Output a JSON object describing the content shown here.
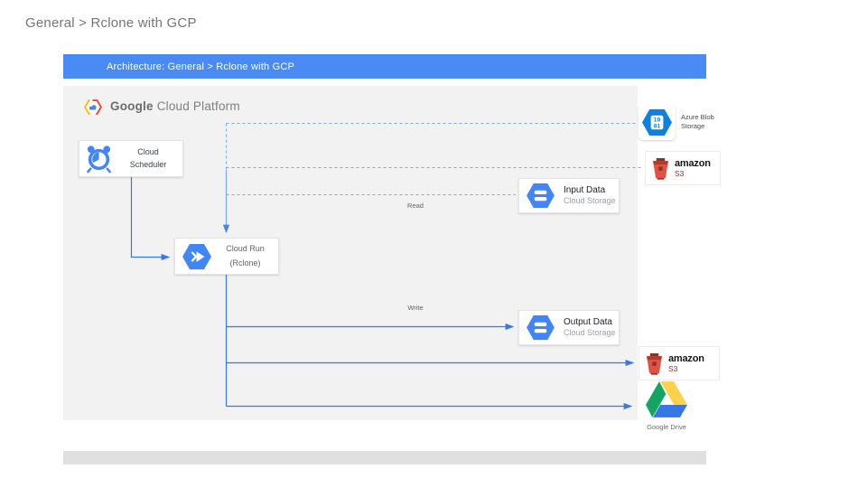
{
  "page": {
    "title": "General > Rclone with GCP"
  },
  "banner": {
    "title": "Architecture: General > Rclone with GCP"
  },
  "diagram": {
    "platform_header": {
      "brand": "Google",
      "suffix": "Cloud Platform"
    },
    "nodes": {
      "cloud_scheduler": {
        "line1": "Cloud",
        "line2": "Scheduler"
      },
      "cloud_run": {
        "line1": "Cloud Run",
        "line2": "(Rclone)"
      },
      "input_data": {
        "title": "Input Data",
        "subtitle": "Cloud Storage"
      },
      "output_data": {
        "title": "Output Data",
        "subtitle": "Cloud Storage"
      },
      "azure_blob": {
        "line1": "Azure Blob",
        "line2": "Storage",
        "digits_top": "10",
        "digits_bottom": "01"
      },
      "amazon_s3_read": {
        "brand": "amazon",
        "product": "S3"
      },
      "amazon_s3_write": {
        "brand": "amazon",
        "product": "S3"
      },
      "google_drive": {
        "label": "Google Drive"
      }
    },
    "edge_labels": {
      "read": "Read",
      "write": "Write"
    }
  },
  "colors": {
    "banner_bg": "#4a8af4",
    "panel_bg": "#f2f2f2",
    "solid_edge": "#3b78e7",
    "dotted_edge": "#7da7f4",
    "gcp_blue": "#4285f4",
    "azure_blue": "#1080dd",
    "s3_red": "#e05243",
    "drive_green": "#12a662",
    "drive_yellow": "#fed14b",
    "drive_blue": "#3777e3"
  }
}
